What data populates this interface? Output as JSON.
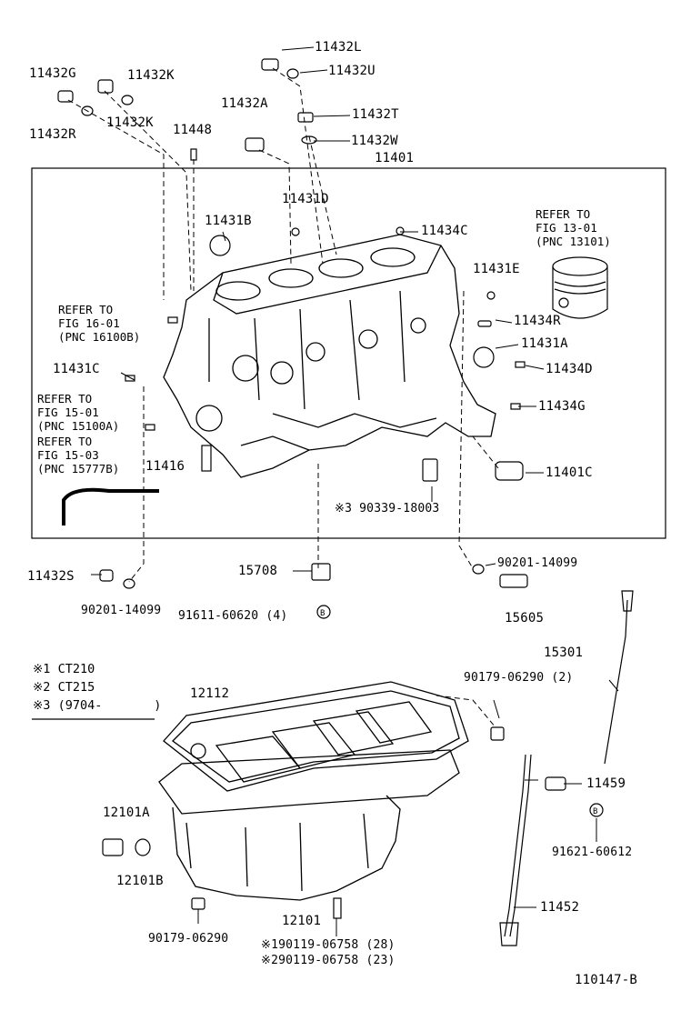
{
  "labels": {
    "p11432L": "11432L",
    "p11432U": "11432U",
    "p11432G": "11432G",
    "p11432K_top": "11432K",
    "p11432R": "11432R",
    "p11432K_mid": "11432K",
    "p11448": "11448",
    "p11432A": "11432A",
    "p11432T": "11432T",
    "p11432W": "11432W",
    "p11401": "11401",
    "p11431D": "11431D",
    "p11431B": "11431B",
    "p11434C": "11434C",
    "p11431E": "11431E",
    "p11434R": "11434R",
    "p11431A": "11431A",
    "p11431C": "11431C",
    "p11434D": "11434D",
    "p11434G": "11434G",
    "p11416": "11416",
    "p11401C": "11401C",
    "p90339": "※3 90339-18003",
    "p15708": "15708",
    "p11432S": "11432S",
    "p90201_left": "90201-14099",
    "p91611": "91611-60620 (4)",
    "p90201_right": "90201-14099",
    "p15605": "15605",
    "p15301": "15301",
    "p12112": "12112",
    "p90179_2": "90179-06290 (2)",
    "p11459": "11459",
    "p12101A": "12101A",
    "p12101B": "12101B",
    "p91621": "91621-60612",
    "p11452": "11452",
    "p90179": "90179-06290",
    "p12101": "12101",
    "p90119_28": "※190119-06758 (28)",
    "p90119_23": "※290119-06758 (23)"
  },
  "references": {
    "ref_13_01": "REFER TO\nFIG 13-01\n(PNC 13101)",
    "ref_16_01": "REFER TO\nFIG 16-01\n(PNC 16100B)",
    "ref_15_01": "REFER TO\nFIG 15-01\n(PNC 15100A)",
    "ref_15_03": "REFER TO\nFIG 15-03\n(PNC 15777B)"
  },
  "notes": {
    "n1": "※1 CT210",
    "n2": "※2 CT215",
    "n3": "※3 (9704-       )"
  },
  "figure_id": "110147-B"
}
